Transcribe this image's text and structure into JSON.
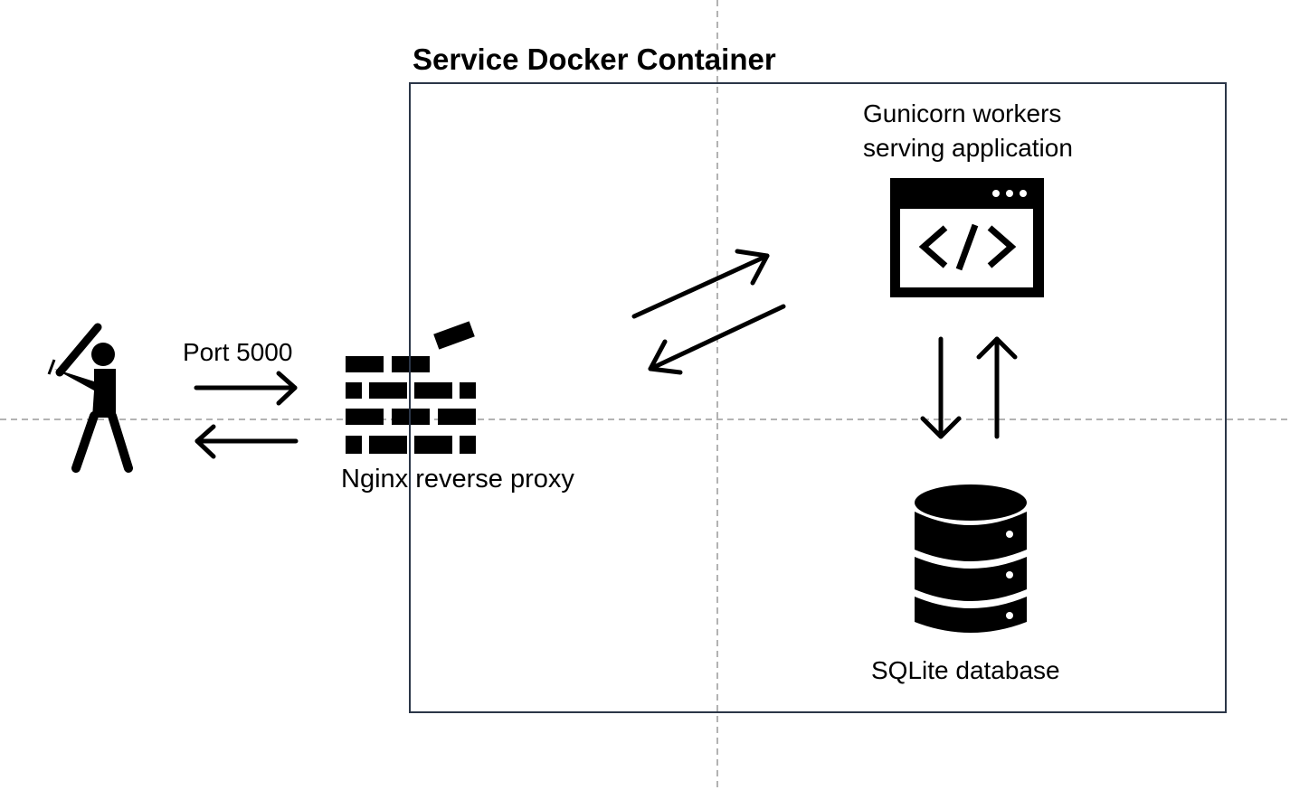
{
  "container": {
    "title": "Service Docker Container"
  },
  "client": {
    "port_label": "Port 5000",
    "icon": "baseball-batter-icon"
  },
  "proxy": {
    "label": "Nginx reverse proxy",
    "icon": "brick-wall-firewall-icon"
  },
  "app": {
    "label_line1": "Gunicorn workers",
    "label_line2": "serving application",
    "icon": "code-window-icon"
  },
  "database": {
    "label": "SQLite database",
    "icon": "database-icon"
  },
  "colors": {
    "container_border": "#2b3648",
    "guides": "#9a9a9a",
    "ink": "#000000"
  }
}
